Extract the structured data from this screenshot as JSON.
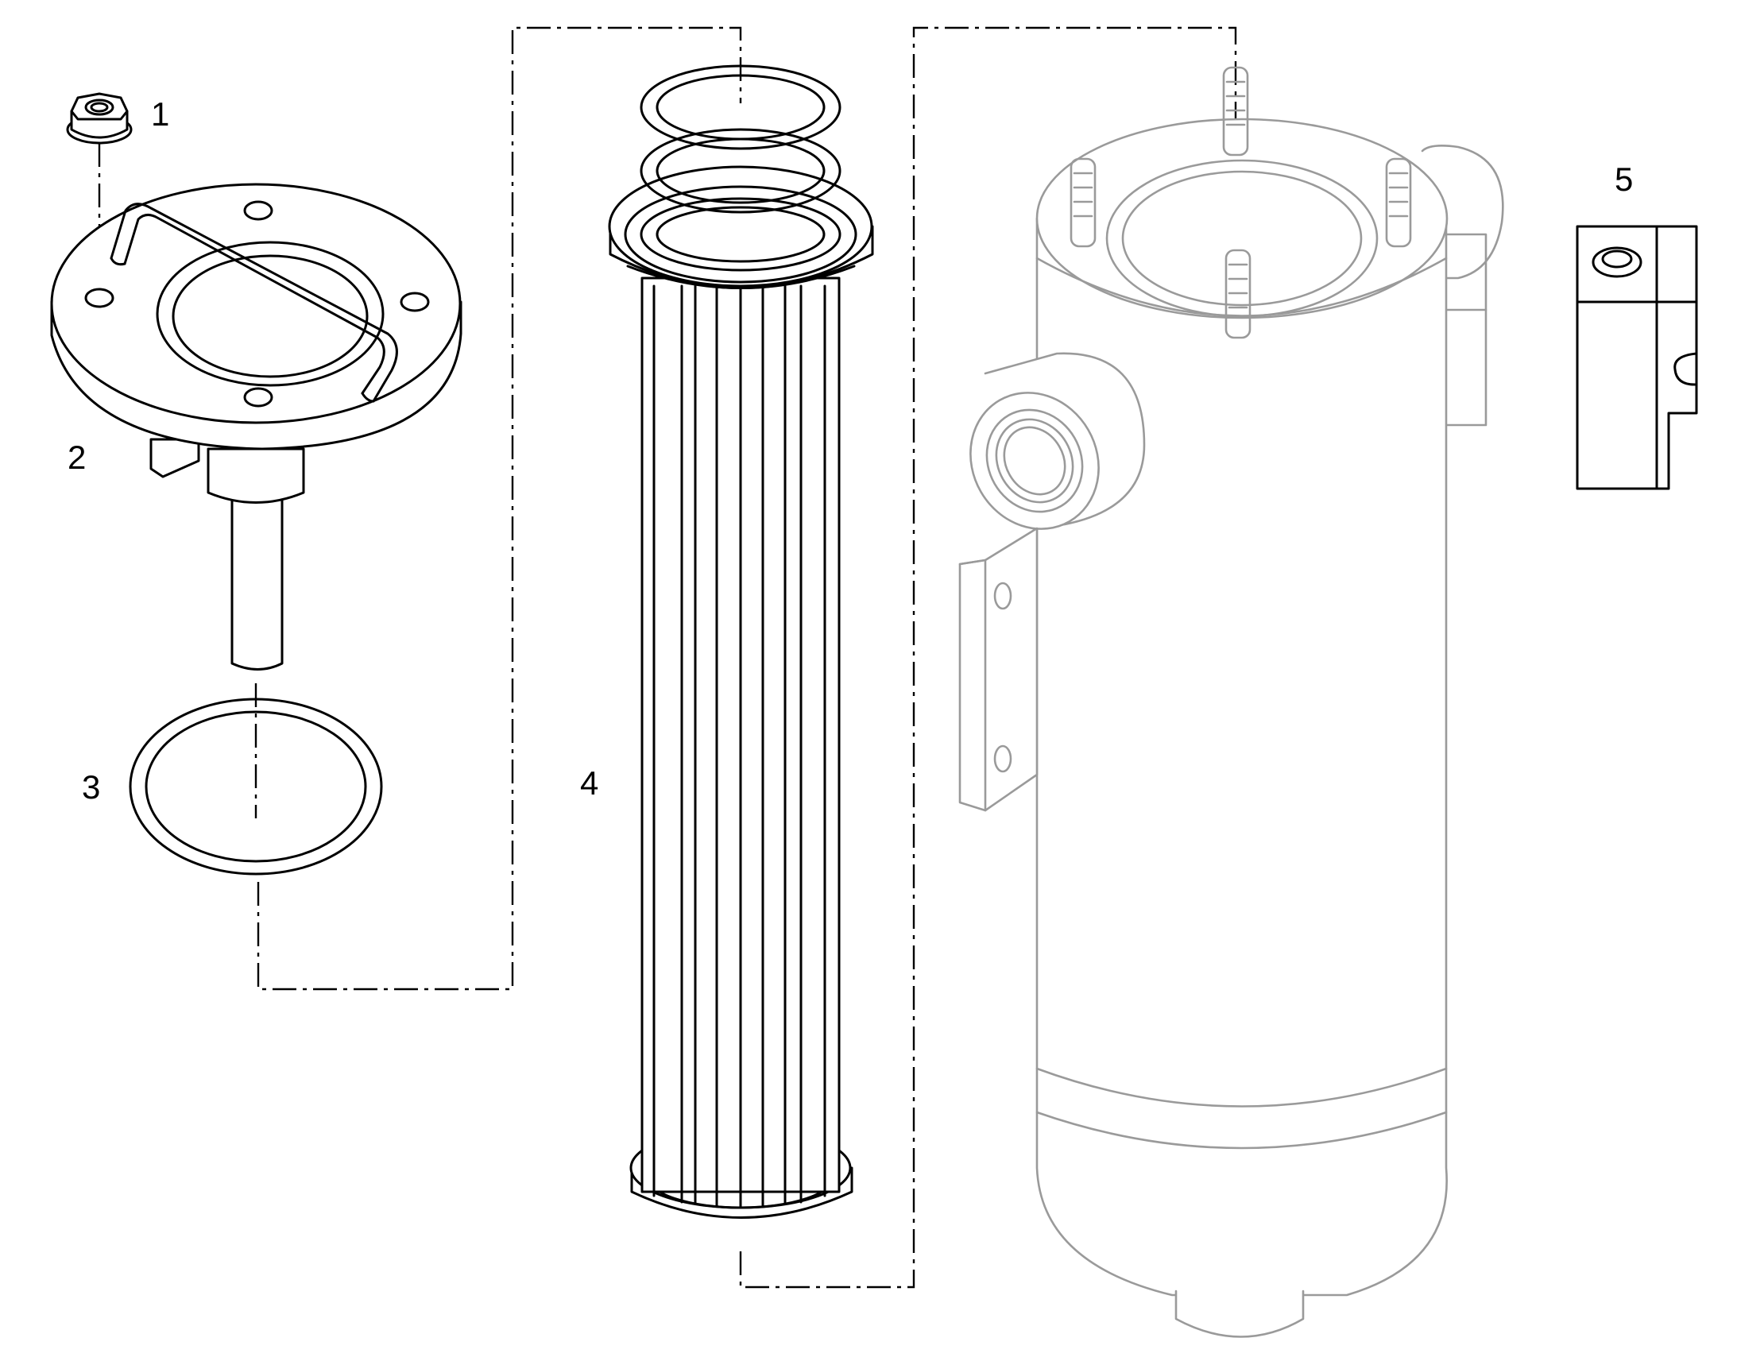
{
  "diagram": {
    "callouts": [
      {
        "id": "1",
        "label": "1"
      },
      {
        "id": "2",
        "label": "2"
      },
      {
        "id": "3",
        "label": "3"
      },
      {
        "id": "4",
        "label": "4"
      },
      {
        "id": "5",
        "label": "5"
      }
    ],
    "colors": {
      "line": "#000000",
      "ghost_line": "#9a9a9a",
      "background": "#ffffff"
    }
  }
}
